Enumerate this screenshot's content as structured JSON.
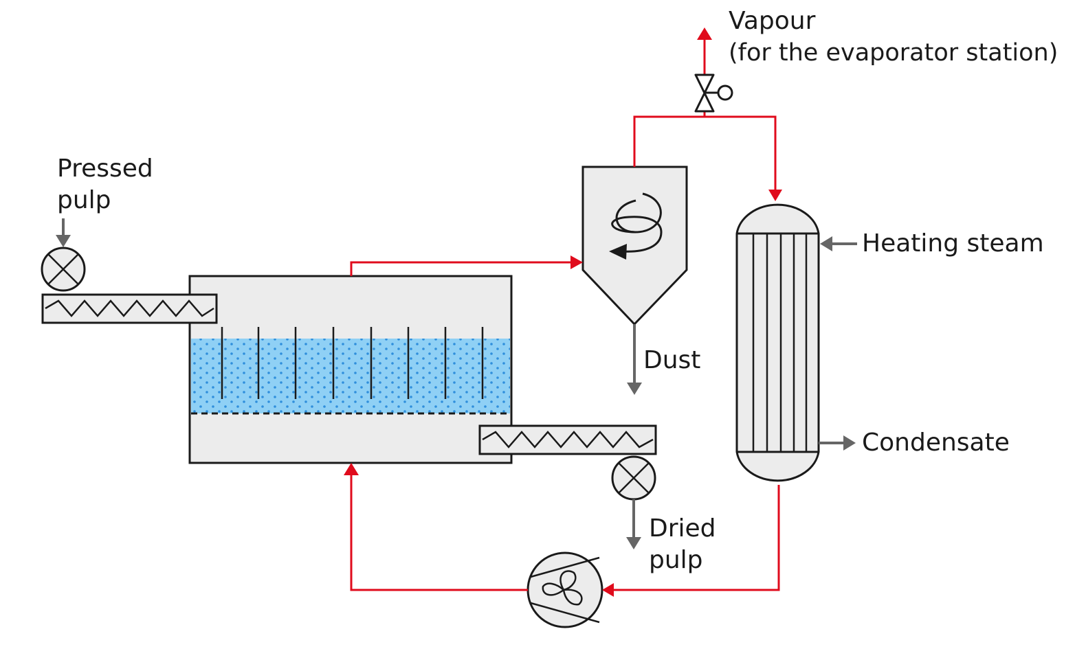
{
  "labels": {
    "pressed_pulp_line1": "Pressed",
    "pressed_pulp_line2": "pulp",
    "vapour_line1": "Vapour",
    "vapour_line2": "(for the evaporator station)",
    "heating_steam": "Heating steam",
    "dust": "Dust",
    "condensate": "Condensate",
    "dried_pulp_line1": "Dried",
    "dried_pulp_line2": "pulp"
  },
  "colors": {
    "process_line": "#e00b1c",
    "utility_line": "#666666",
    "equipment_fill": "#ececec",
    "equipment_stroke": "#1a1a1a",
    "fluid_bed": "#8fd0f5",
    "fluid_dots": "#2f8fdc"
  },
  "icons": [
    "rotary-valve-icon",
    "screw-conveyor-icon",
    "cyclone-icon",
    "heat-exchanger-icon",
    "fan-icon",
    "control-valve-icon"
  ]
}
